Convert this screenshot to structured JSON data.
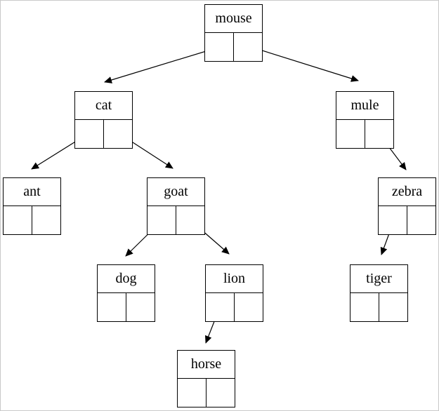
{
  "page": {
    "background_color": "#ffffff",
    "border_color": "#c9c9c9",
    "line_color": "#000000"
  },
  "diagram": {
    "type": "binary-tree-linked-representation",
    "root": "mouse",
    "nodes": [
      {
        "label": "mouse",
        "left_child": "cat",
        "right_child": "mule"
      },
      {
        "label": "cat",
        "left_child": "ant",
        "right_child": "goat"
      },
      {
        "label": "mule",
        "left_child": null,
        "right_child": "zebra"
      },
      {
        "label": "ant",
        "left_child": null,
        "right_child": null
      },
      {
        "label": "goat",
        "left_child": "dog",
        "right_child": "lion"
      },
      {
        "label": "zebra",
        "left_child": "tiger",
        "right_child": null
      },
      {
        "label": "dog",
        "left_child": null,
        "right_child": null
      },
      {
        "label": "lion",
        "left_child": "horse",
        "right_child": null
      },
      {
        "label": "tiger",
        "left_child": null,
        "right_child": null
      },
      {
        "label": "horse",
        "left_child": null,
        "right_child": null
      }
    ]
  }
}
